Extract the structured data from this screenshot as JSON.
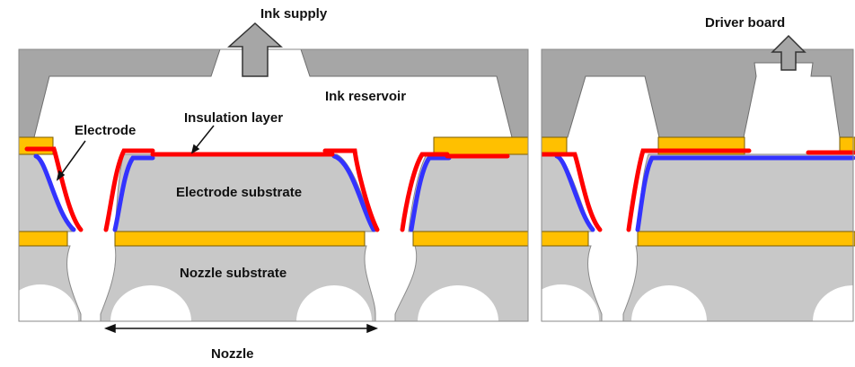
{
  "labels": {
    "ink_supply": "Ink supply",
    "driver_board": "Driver board",
    "ink_reservoir": "Ink reservoir",
    "electrode": "Electrode",
    "insulation_layer": "Insulation layer",
    "electrode_substrate": "Electrode substrate",
    "nozzle_substrate": "Nozzle substrate",
    "nozzle": "Nozzle"
  },
  "colors": {
    "housing": "#a6a6a6",
    "substrate": "#c8c8c8",
    "gold_layer": "#ffc000",
    "electrode": "#ff0000",
    "insulation": "#3333ff",
    "label_text": "#111111"
  }
}
